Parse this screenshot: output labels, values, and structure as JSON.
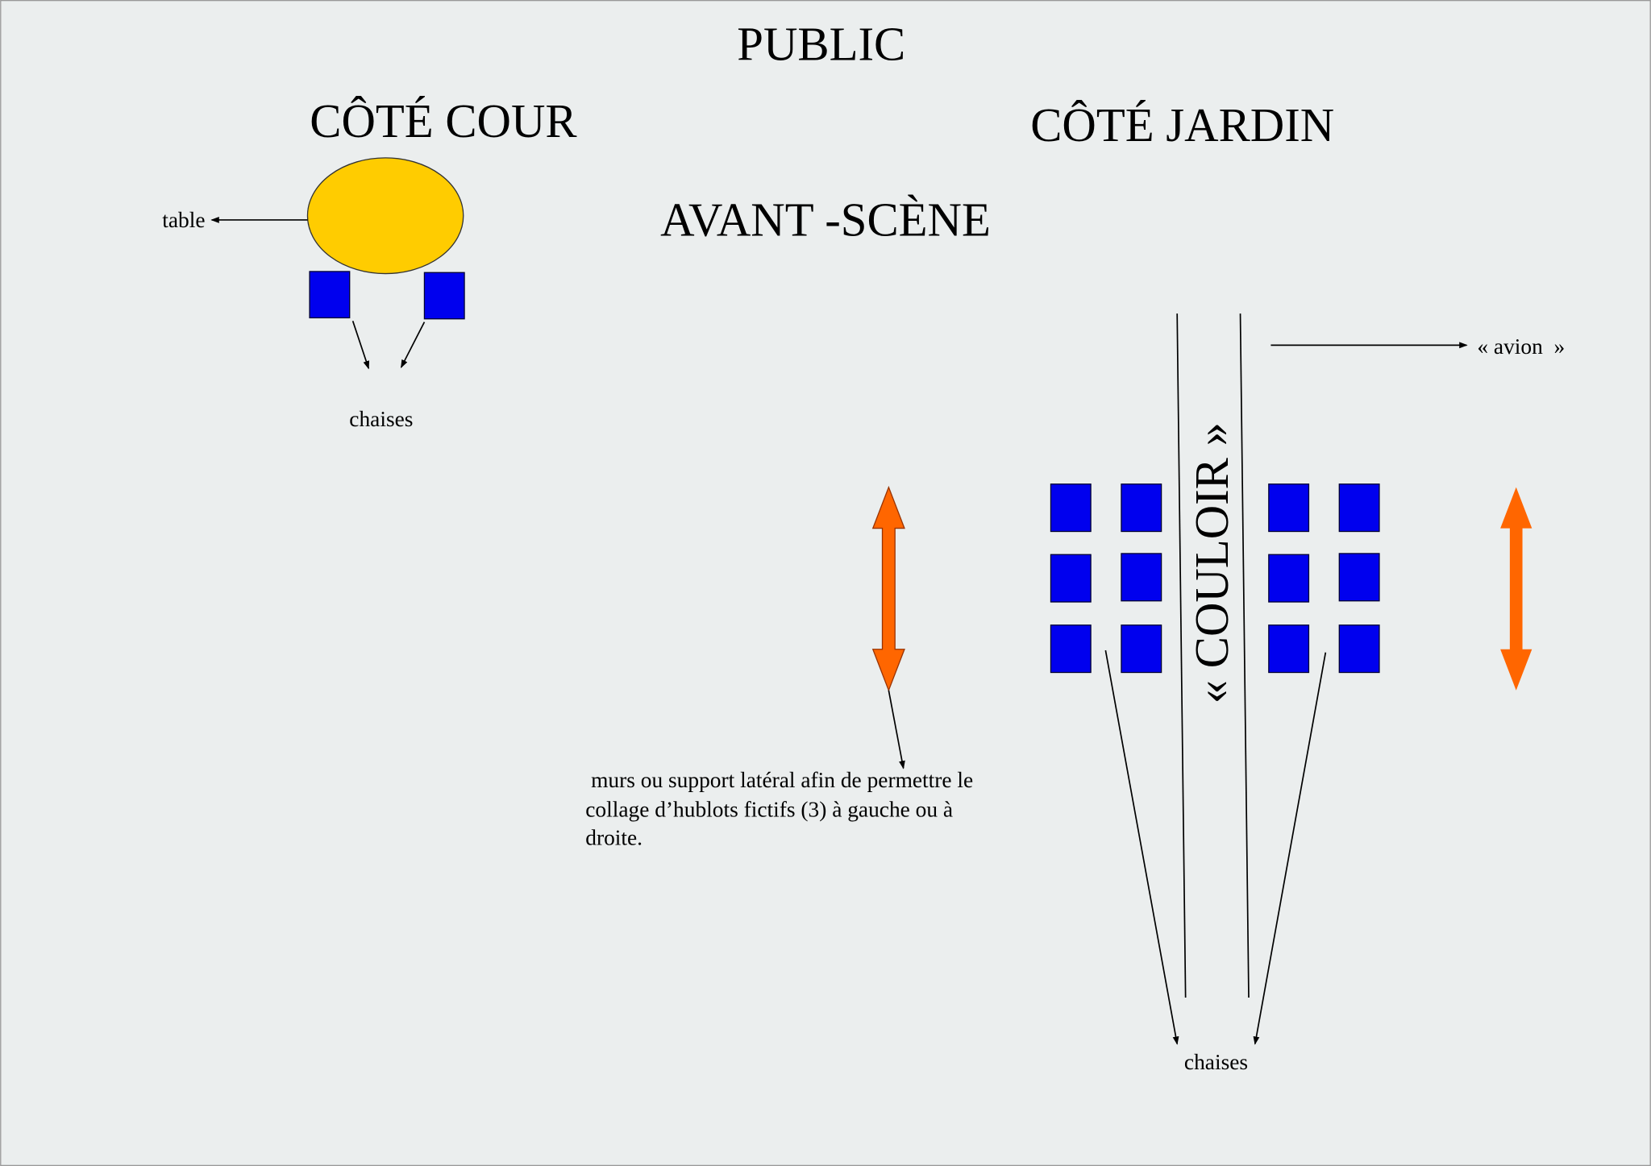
{
  "titles": {
    "public": "PUBLIC",
    "cote_cour": "CÔTÉ COUR",
    "cote_jardin": "CÔTÉ JARDIN",
    "avant_scene": "AVANT -SCÈNE",
    "couloir": "« COULOIR »"
  },
  "labels": {
    "table": "table",
    "chaises_left": "chaises",
    "chaises_right": "chaises",
    "avion": "« avion  »",
    "murs_line1": " murs ou support latéral afin de permettre le",
    "murs_line2": "collage d’hublots fictifs (3) à gauche ou à",
    "murs_line3": "droite."
  },
  "colors": {
    "background": "#ebeeee",
    "table": "#ffcc00",
    "chair": "#0000ee",
    "arrow": "#ff6600"
  }
}
